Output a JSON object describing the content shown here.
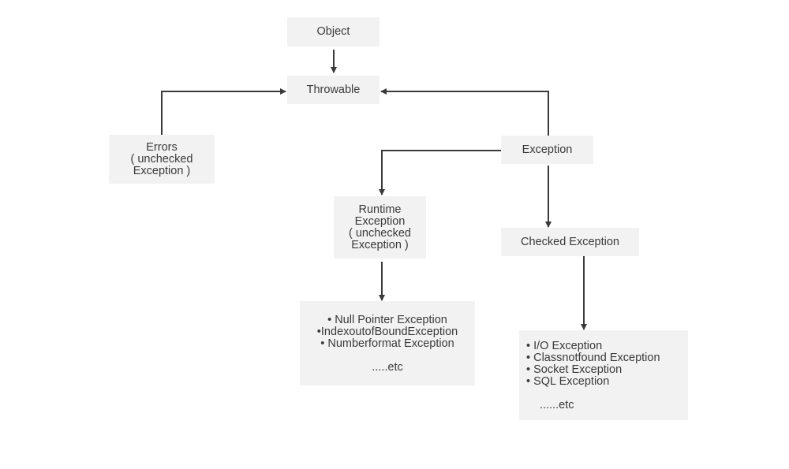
{
  "diagram": {
    "nodes": {
      "object": {
        "lines": [
          "Object"
        ]
      },
      "throwable": {
        "lines": [
          "Throwable"
        ]
      },
      "errors": {
        "lines": [
          "Errors",
          "( unchecked",
          "Exception )"
        ]
      },
      "exception": {
        "lines": [
          "Exception"
        ]
      },
      "runtime": {
        "lines": [
          "Runtime",
          "Exception",
          "( unchecked",
          "Exception )"
        ]
      },
      "checked": {
        "lines": [
          "Checked Exception"
        ]
      },
      "runtime_list": {
        "items": [
          "• Null Pointer Exception",
          "•IndexoutofBoundException",
          "• Numberformat Exception"
        ],
        "etc": ".....etc"
      },
      "checked_list": {
        "items": [
          "• I/O Exception",
          "• Classnotfound Exception",
          "• Socket Exception",
          "• SQL Exception"
        ],
        "etc": "......etc"
      }
    },
    "edges": [
      {
        "from": "object",
        "to": "throwable"
      },
      {
        "from": "errors",
        "to": "throwable"
      },
      {
        "from": "exception",
        "to": "throwable"
      },
      {
        "from": "exception",
        "to": "runtime"
      },
      {
        "from": "exception",
        "to": "checked"
      },
      {
        "from": "runtime",
        "to": "runtime_list"
      },
      {
        "from": "checked",
        "to": "checked_list"
      }
    ],
    "colors": {
      "node_fill": "#f2f2f2",
      "line": "#3a3a3a",
      "text": "#3a3a3a"
    }
  }
}
